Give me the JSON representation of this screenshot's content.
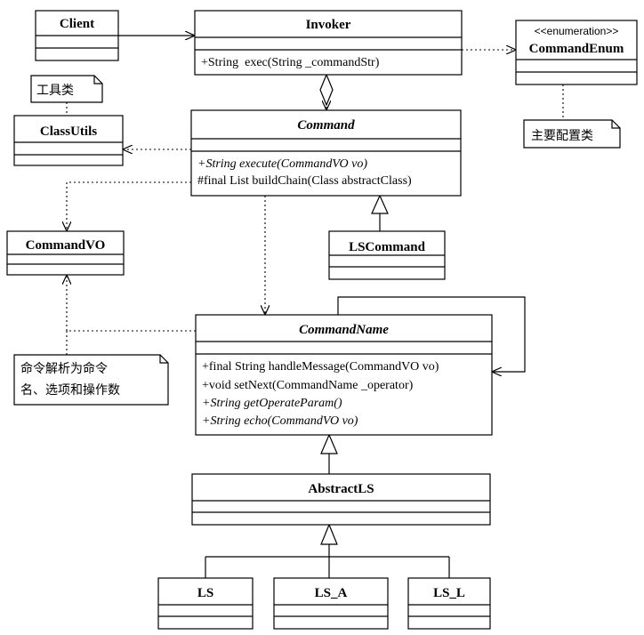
{
  "classes": {
    "client": {
      "name": "Client"
    },
    "invoker": {
      "name": "Invoker",
      "methods": [
        "+String  exec(String _commandStr)"
      ]
    },
    "command_enum": {
      "stereotype": "<<enumeration>>",
      "name": "CommandEnum"
    },
    "class_utils": {
      "name": "ClassUtils"
    },
    "command": {
      "name": "Command",
      "methods": [
        "+String execute(CommandVO vo)",
        "#final List buildChain(Class abstractClass)"
      ]
    },
    "command_vo": {
      "name": "CommandVO"
    },
    "ls_command": {
      "name": "LSCommand"
    },
    "command_name": {
      "name": "CommandName",
      "methods": [
        "+final String handleMessage(CommandVO vo)",
        "+void setNext(CommandName _operator)",
        "+String getOperateParam()",
        "+String echo(CommandVO vo)"
      ]
    },
    "abstract_ls": {
      "name": "AbstractLS"
    },
    "ls": {
      "name": "LS"
    },
    "ls_a": {
      "name": "LS_A"
    },
    "ls_l": {
      "name": "LS_L"
    }
  },
  "notes": {
    "tools": "工具类",
    "config": "主要配置类",
    "parse_line1": "命令解析为命令",
    "parse_line2": "名、选项和操作数"
  }
}
